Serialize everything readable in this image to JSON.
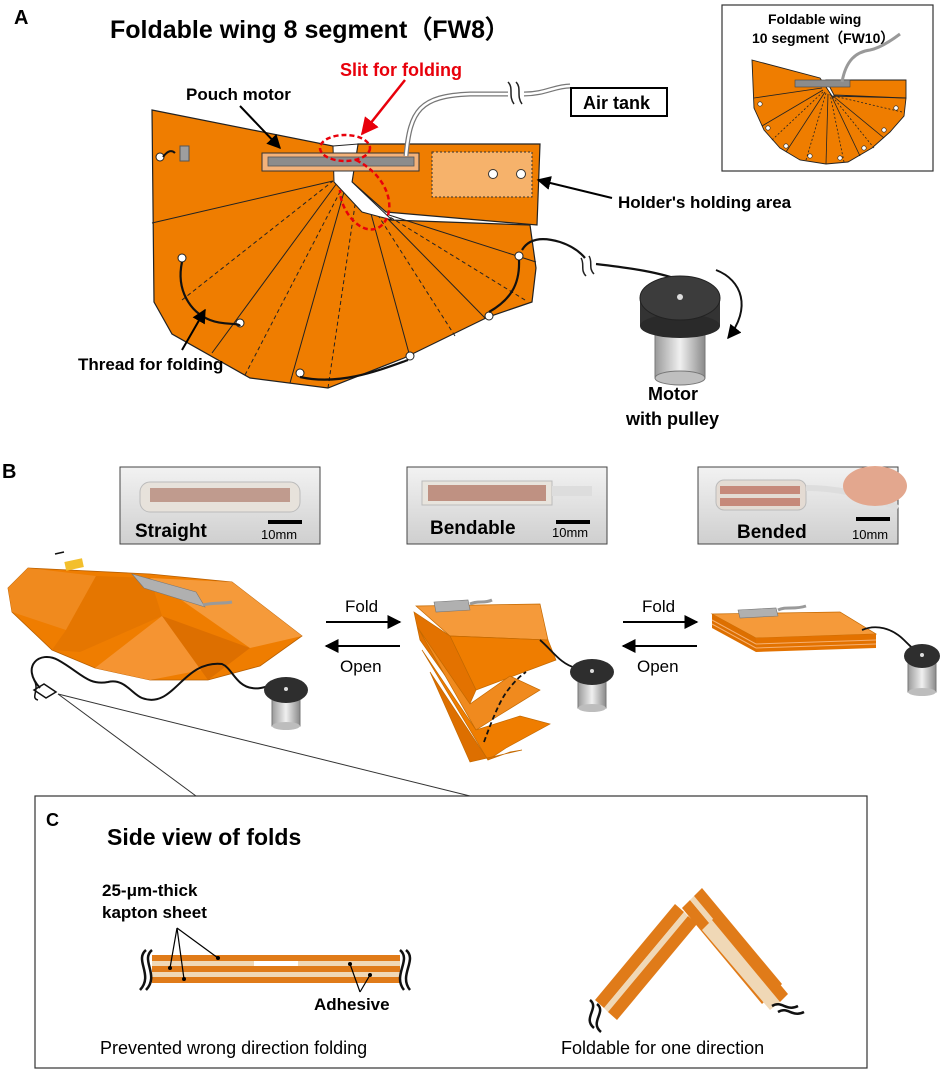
{
  "panel_a": {
    "letter": "A",
    "title": "Foldable wing 8 segment（FW8）",
    "inset_title_1": "Foldable wing",
    "inset_title_2": "10 segment（FW10）",
    "label_slit": "Slit for folding",
    "label_pouch": "Pouch motor",
    "label_air": "Air tank",
    "label_holder": "Holder's holding area",
    "label_thread": "Thread for folding",
    "label_motor_1": "Motor",
    "label_motor_2": "with pulley"
  },
  "panel_b": {
    "letter": "B",
    "photos": [
      {
        "label": "Straight",
        "scale": "10mm"
      },
      {
        "label": "Bendable",
        "scale": "10mm"
      },
      {
        "label": "Bended",
        "scale": "10mm"
      }
    ],
    "fold_label": "Fold",
    "open_label": "Open"
  },
  "panel_c": {
    "letter": "C",
    "title": "Side view of folds",
    "label_kapton_1": "25-μm-thick",
    "label_kapton_2": "kapton sheet",
    "label_adhesive": "Adhesive",
    "caption_left": "Prevented wrong direction folding",
    "caption_right": "Foldable for one direction"
  },
  "colors": {
    "wing_orange": "#ef7d00",
    "wing_light": "#f6b26b",
    "accent_red": "#e8000b",
    "pouch_gray": "#8c8c8c"
  }
}
